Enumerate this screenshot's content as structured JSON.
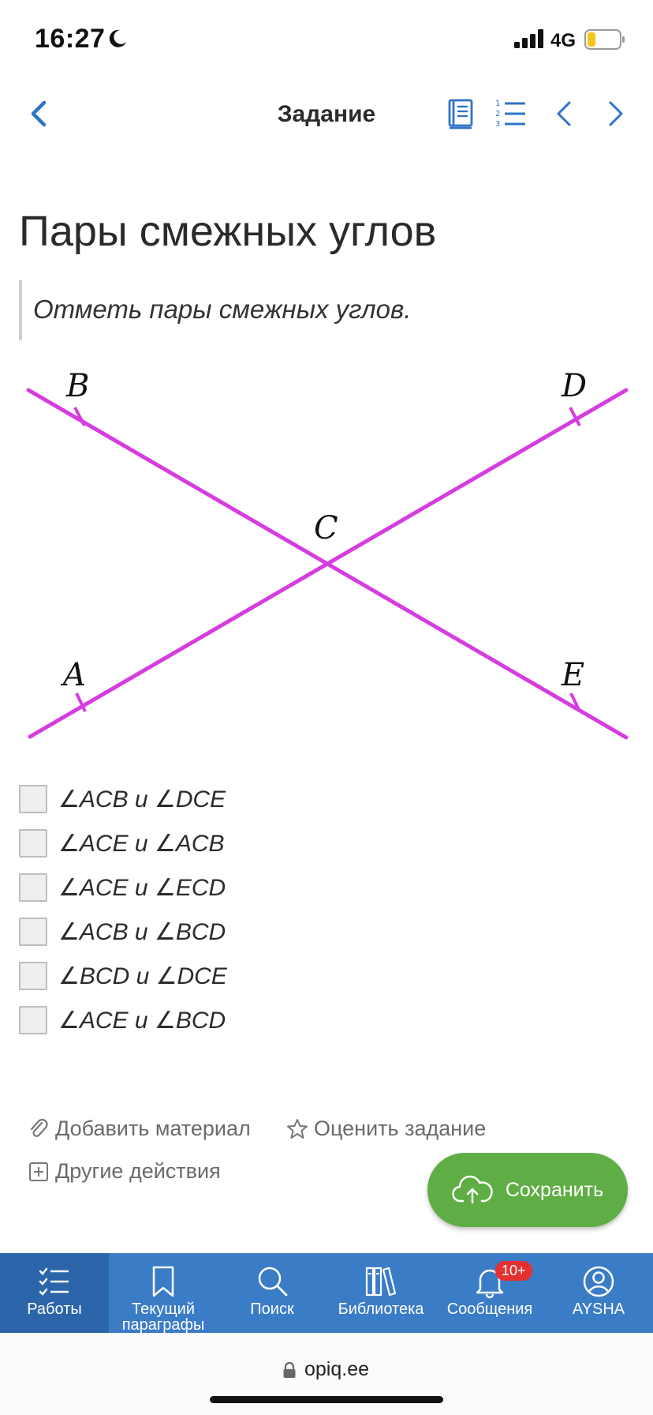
{
  "status": {
    "time": "16:27",
    "network": "4G"
  },
  "nav": {
    "title": "Задание"
  },
  "task": {
    "title": "Пары смежных углов",
    "instruction": "Отметь пары смежных углов."
  },
  "diagram": {
    "points": {
      "b": "B",
      "d": "D",
      "c": "C",
      "a": "A",
      "e": "E"
    },
    "line_color": "#d63ce0"
  },
  "options": [
    {
      "label": "∠ACB и ∠DCE",
      "checked": false
    },
    {
      "label": "∠ACE и ∠ACB",
      "checked": false
    },
    {
      "label": "∠ACE и ∠ECD",
      "checked": false
    },
    {
      "label": "∠ACB и ∠BCD",
      "checked": false
    },
    {
      "label": "∠BCD и ∠DCE",
      "checked": false
    },
    {
      "label": "∠ACE и ∠BCD",
      "checked": false
    }
  ],
  "actions": {
    "add_material": "Добавить материал",
    "rate_task": "Оценить задание",
    "other_actions": "Другие действия",
    "save": "Сохранить"
  },
  "tabs": [
    {
      "label": "Работы",
      "icon": "checklist-icon",
      "active": true
    },
    {
      "label": "Текущий параграфы",
      "icon": "bookmark-icon",
      "active": false
    },
    {
      "label": "Поиск",
      "icon": "search-icon",
      "active": false
    },
    {
      "label": "Библиотека",
      "icon": "library-icon",
      "active": false
    },
    {
      "label": "Сообщения",
      "icon": "bell-icon",
      "active": false,
      "badge": "10+"
    },
    {
      "label": "AYSHA",
      "icon": "user-icon",
      "active": false
    }
  ],
  "browser": {
    "url": "opiq.ee"
  },
  "colors": {
    "accent": "#3b7cc6",
    "save": "#5fae45",
    "badge": "#e53030"
  }
}
